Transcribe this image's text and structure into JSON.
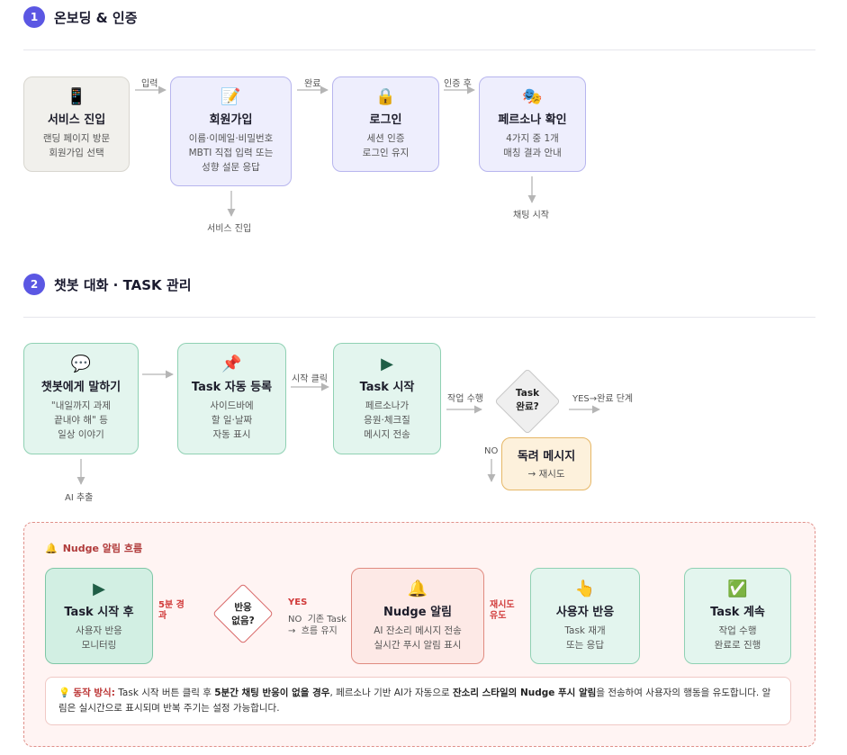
{
  "sections": {
    "s1": {
      "num": "1",
      "title": "온보딩 & 인증"
    },
    "s2": {
      "num": "2",
      "title": "챗봇 대화 · TASK 관리"
    }
  },
  "onboarding": {
    "service": {
      "icon": "📱",
      "title": "서비스 진입",
      "desc": "랜딩 페이지 방문\n회원가입 선택"
    },
    "signup": {
      "icon": "📝",
      "title": "회원가입",
      "desc": "이름·이메일·비밀번호\nMBTI 직접 입력 또는\n성향 설문 응답"
    },
    "login": {
      "icon": "🔒",
      "title": "로그인",
      "desc": "세션 인증\n로그인 유지"
    },
    "persona": {
      "icon": "🎭",
      "title": "페르소나 확인",
      "desc": "4가지 중 1개\n매칭 결과 안내"
    },
    "labels": {
      "input": "입력",
      "done": "완료",
      "after_auth": "인증 후",
      "service_enter": "서비스 진입",
      "chat_start": "채팅 시작"
    }
  },
  "chat": {
    "talk": {
      "icon": "💬",
      "title": "챗봇에게 말하기",
      "desc": "\"내일까지 과제\n끝내야 해\" 등\n일상 이야기"
    },
    "auto": {
      "icon": "📌",
      "title": "Task 자동 등록",
      "desc": "사이드바에\n할 일·날짜\n자동 표시"
    },
    "start": {
      "icon": "▶",
      "title": "Task 시작",
      "desc": "페르소나가\n응원·체크질\n메시지 전송"
    },
    "decision": {
      "text": "Task\n완료?"
    },
    "encourage": {
      "title": "독려 메시지",
      "desc": "→ 재시도"
    },
    "labels": {
      "ai_extract": "AI 추출",
      "start_click": "시작 클릭",
      "working": "작업 수행",
      "yes_done": "YES→완료 단계",
      "no": "NO"
    }
  },
  "nudge": {
    "title": "Nudge 알림 흐름",
    "title_icon": "🔔",
    "after_start": {
      "icon": "▶",
      "title": "Task 시작 후",
      "desc": "사용자 반응\n모니터링"
    },
    "decision": {
      "text": "반응\n없음?"
    },
    "alert": {
      "icon": "🔔",
      "title": "Nudge 알림",
      "desc": "AI 잔소리 메시지 전송\n실시간 푸시 알림 표시"
    },
    "response": {
      "icon": "👆",
      "title": "사용자 반응",
      "desc": "Task 재개\n또는 응답"
    },
    "continue": {
      "icon": "✅",
      "title": "Task 계속",
      "desc": "작업 수행\n완료로 진행"
    },
    "labels": {
      "five_min": "5분 경\n과",
      "yes": "YES",
      "no_keep": "NO  기존 Task\n→  흐름 유지",
      "retry": "재시도\n유도"
    },
    "note": {
      "icon": "💡",
      "label": "동작 방식:",
      "t1": " Task 시작 버튼 클릭 후 ",
      "b1": "5분간 채팅 반응이 없을 경우",
      "t2": ", 페르소나 기반 AI가 자동으로 ",
      "b2": "잔소리 스타일의 Nudge 푸시 알림",
      "t3": "을 전송하여 사용자의 행동을 유도합니다. 알림은 실시간으로 표시되며 반복 주기는 설정 가능합니다."
    }
  },
  "colors": {
    "accent": "#5b57e3",
    "arrow": "#b5b5b5",
    "red": "#d13b3b"
  }
}
